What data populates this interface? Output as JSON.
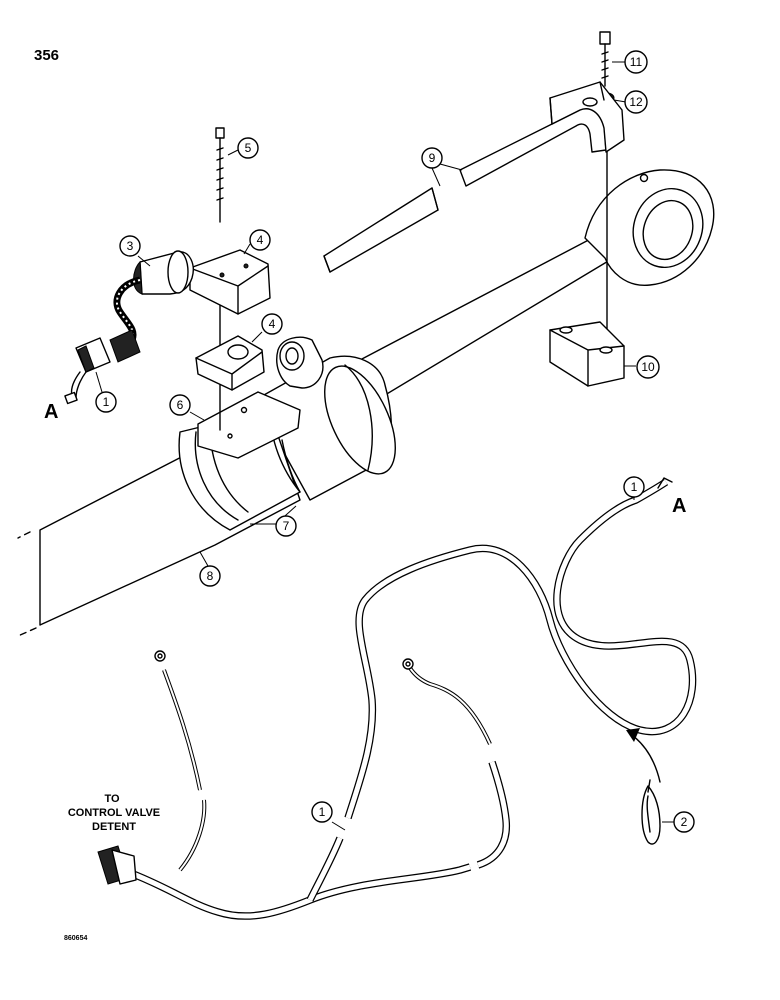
{
  "page": {
    "number": "356",
    "drawing_number": "860654"
  },
  "callouts": [
    {
      "id": "c1a",
      "label": "1",
      "part": "wire-harness"
    },
    {
      "id": "c1b",
      "label": "1",
      "part": "wire-harness"
    },
    {
      "id": "c1c",
      "label": "1",
      "part": "wire-harness"
    },
    {
      "id": "c2",
      "label": "2",
      "part": "strap"
    },
    {
      "id": "c3",
      "label": "3",
      "part": "switch"
    },
    {
      "id": "c4a",
      "label": "4",
      "part": "mounting-block-upper"
    },
    {
      "id": "c4b",
      "label": "4",
      "part": "mounting-block-lower"
    },
    {
      "id": "c5",
      "label": "5",
      "part": "bolt"
    },
    {
      "id": "c6",
      "label": "6",
      "part": "bracket"
    },
    {
      "id": "c7",
      "label": "7",
      "part": "clamp"
    },
    {
      "id": "c8",
      "label": "8",
      "part": "cylinder-tube"
    },
    {
      "id": "c9",
      "label": "9",
      "part": "magnet-bar"
    },
    {
      "id": "c10",
      "label": "10",
      "part": "saddle-block"
    },
    {
      "id": "c11",
      "label": "11",
      "part": "bolt"
    },
    {
      "id": "c12",
      "label": "12",
      "part": "nut"
    }
  ],
  "references": {
    "connector_a_left": "A",
    "connector_a_right": "A"
  },
  "notes": {
    "control_valve_line1": "TO",
    "control_valve_line2": "CONTROL VALVE",
    "control_valve_line3": "DETENT"
  }
}
